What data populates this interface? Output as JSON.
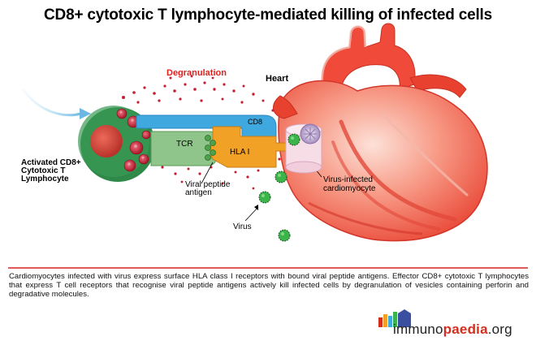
{
  "title": "CD8+ cytotoxic T lymphocyte-mediated killing of infected cells",
  "labels": {
    "degranulation": "Degranulation",
    "heart": "Heart",
    "activated": "Activated CD8+ Cytotoxic T Lymphocyte",
    "viral_peptide": "Viral peptide antigen",
    "virus": "Virus",
    "infected": "Virus-infected cardiomyocyte",
    "cd8": "CD8",
    "tcr": "TCR",
    "hla": "HLA I"
  },
  "caption": "Cardiomyocytes infected with virus express surface HLA class I receptors with bound viral peptide antigens. Effector CD8+ cytotoxic T lymphocytes that express T cell receptors that recognise viral peptide antigens actively kill infected cells by degranulation of vesicles containing perforin and degradative molecules.",
  "logo": {
    "part1": "immuno",
    "part2": "paedia",
    "part3": ".org"
  },
  "colors": {
    "tcell_green": "#2f8a4a",
    "granule_red": "#b81e32",
    "cd8_blue": "#3fa8df",
    "tcr_green": "#8fc58a",
    "hla_orange": "#f2a127",
    "heart_red": "#ef4a3a",
    "virus_green": "#3bb54a"
  }
}
